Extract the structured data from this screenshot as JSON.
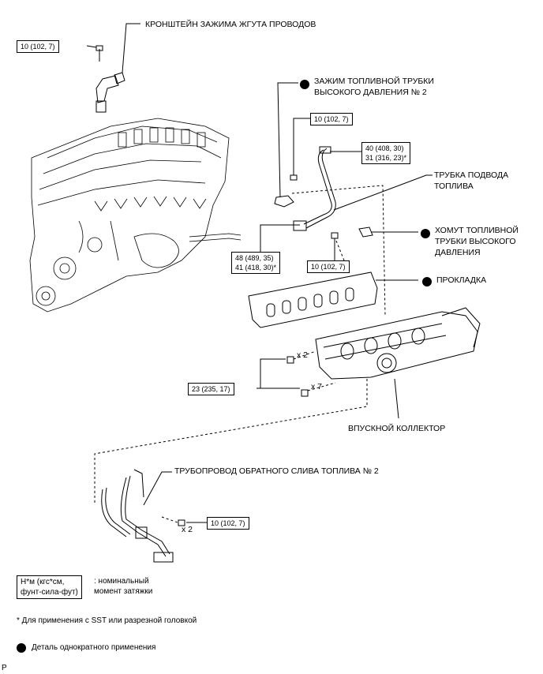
{
  "labels": {
    "harness_bracket": "КРОНШТЕЙН ЗАЖИМА ЖГУТА ПРОВОДОВ",
    "clamp_line1": "ЗАЖИМ ТОПЛИВНОЙ ТРУБКИ",
    "clamp_line2": "ВЫСОКОГО ДАВЛЕНИЯ № 2",
    "inlet_line1": "ТРУБКА ПОДВОДА",
    "inlet_line2": "ТОПЛИВА",
    "hose_line1": "ХОМУТ ТОПЛИВНОЙ",
    "hose_line2": "ТРУБКИ ВЫСОКОГО",
    "hose_line3": "ДАВЛЕНИЯ",
    "gasket": "ПРОКЛАДКА",
    "manifold": "ВПУСКНОЙ КОЛЛЕКТОР",
    "return_pipe": "ТРУБОПРОВОД ОБРАТНОГО СЛИВА ТОПЛИВА № 2",
    "x2_a": "x 2",
    "x7": "x 7",
    "x2_b": "x 2"
  },
  "torques": {
    "t1": "10 (102, 7)",
    "t2": "10 (102, 7)",
    "t3_line1": "40 (408, 30)",
    "t3_line2": "31 (316, 23)*",
    "t4_line1": "48 (489, 35)",
    "t4_line2": "41 (418, 30)*",
    "t5": "10 (102, 7)",
    "t6": "23 (235, 17)",
    "t7": "10 (102, 7)"
  },
  "legend": {
    "unit_line1": "Н*м (кгс*см,",
    "unit_line2": "фунт-сила-фут)",
    "unit_desc_line1": ": номинальный",
    "unit_desc_line2": "момент затяжки",
    "footnote": "* Для применения с SST или разрезной головкой",
    "single_use": "Деталь однократного применения",
    "page_marker": "P"
  }
}
